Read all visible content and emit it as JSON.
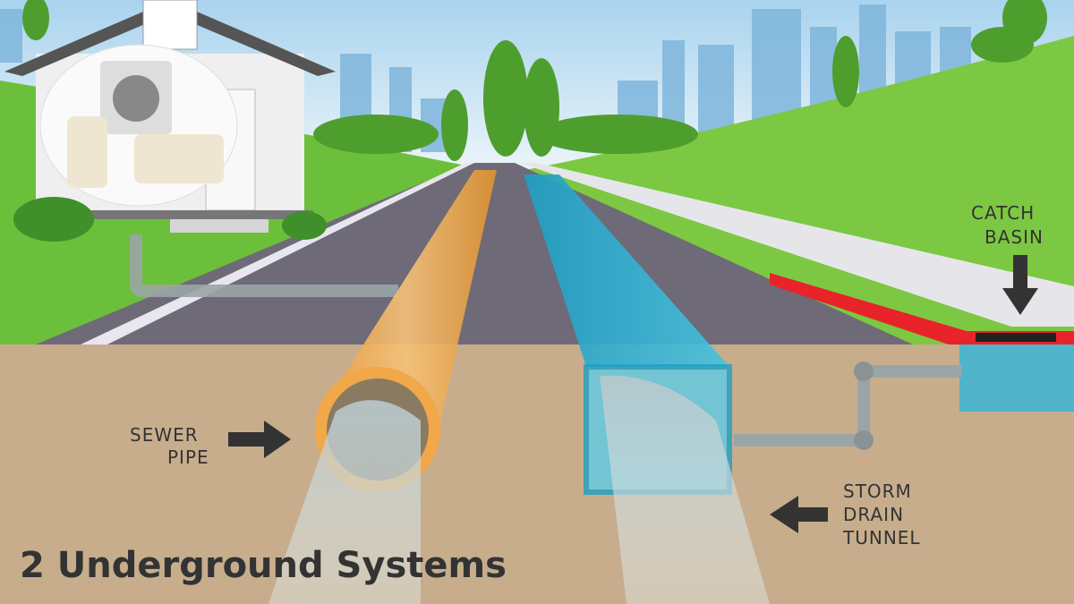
{
  "title": "2 Underground Systems",
  "labels": {
    "sewer_pipe": [
      "SEWER",
      "PIPE"
    ],
    "storm_drain": [
      "STORM",
      "DRAIN",
      "TUNNEL"
    ],
    "catch_basin": [
      "CATCH",
      "BASIN"
    ]
  },
  "colors": {
    "sky": "#cfe6f2",
    "grass": "#6cbf3a",
    "ground": "#c7ad8c",
    "road": "#6e6a78",
    "sewer_pipe": "#f0a848",
    "storm_drain": "#3bb5d6",
    "curb": "#e8232a",
    "text": "#333333"
  }
}
